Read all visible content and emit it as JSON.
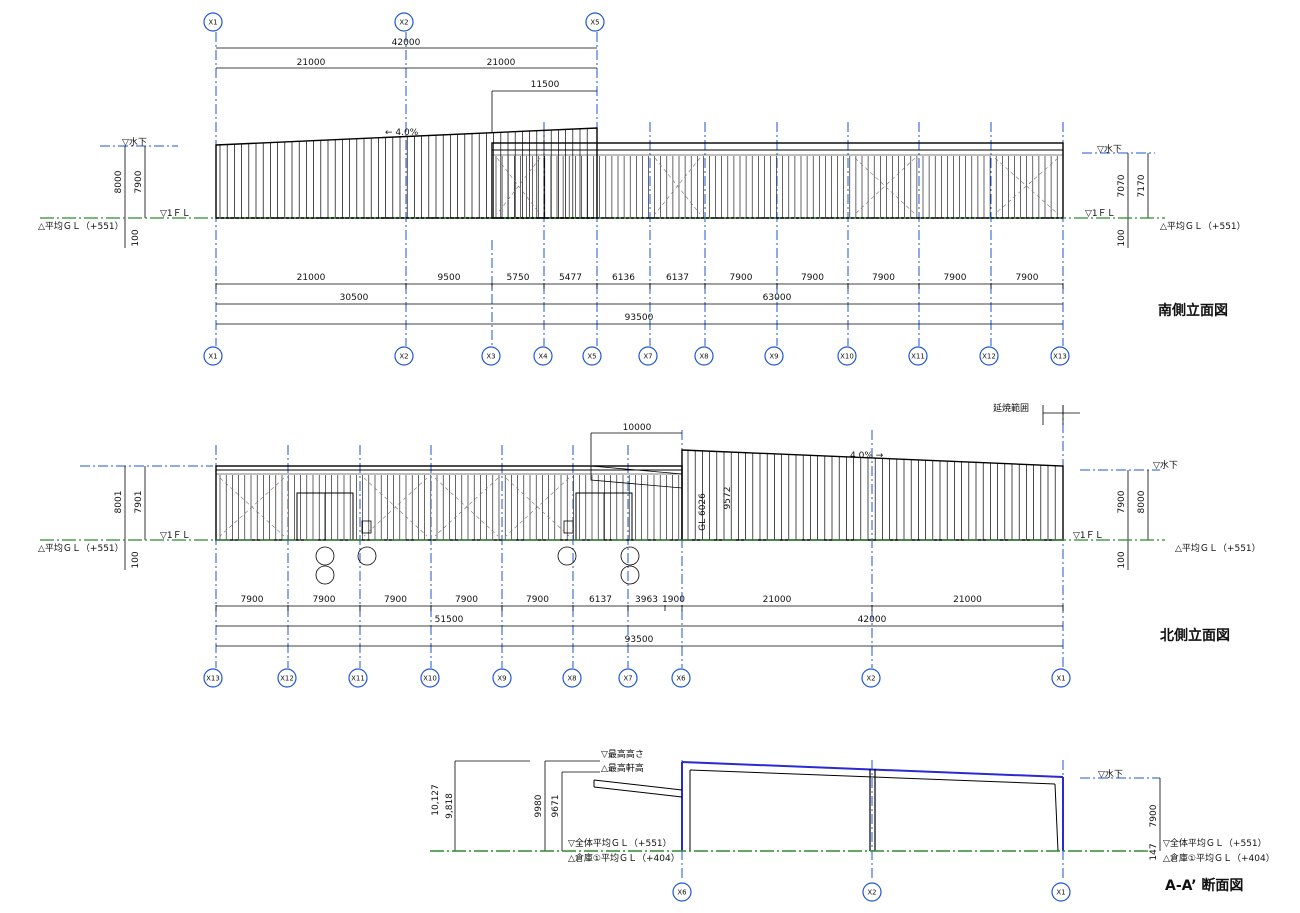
{
  "south": {
    "title": "南側立面図",
    "top_bubbles": [
      "X1",
      "X2",
      "X5"
    ],
    "bottom_bubbles": [
      "X1",
      "X2",
      "X3",
      "X4",
      "X5",
      "X7",
      "X8",
      "X9",
      "X10",
      "X11",
      "X12",
      "X13"
    ],
    "dims_top": [
      "42000",
      "21000",
      "21000",
      "11500"
    ],
    "dims_bays": [
      "21000",
      "9500",
      "5750",
      "5477",
      "6136",
      "6137",
      "7900",
      "7900",
      "7900",
      "7900",
      "7900"
    ],
    "dims_mid": [
      "30500",
      "63000"
    ],
    "dim_total": "93500",
    "left_heights": [
      "8000",
      "7900",
      "100"
    ],
    "right_heights": [
      "7070",
      "7170",
      "100"
    ],
    "slope": "← 4.0%",
    "level_top": "▽水下",
    "level_fl": "▽1ＦＬ",
    "gl_left": "△平均ＧＬ（+551）",
    "gl_right": "△平均ＧＬ（+551）"
  },
  "north": {
    "title": "北側立面図",
    "bottom_bubbles": [
      "X13",
      "X12",
      "X11",
      "X10",
      "X9",
      "X8",
      "X7",
      "X6",
      "X2",
      "X1"
    ],
    "extension_note": "延焼範囲",
    "dim_top": "10000",
    "slope": "4.0% →",
    "gl_inner": "GL 6026",
    "h_inner": "9572",
    "dims_bays": [
      "7900",
      "7900",
      "7900",
      "7900",
      "7900",
      "6137",
      "3963",
      "1900",
      "21000",
      "21000"
    ],
    "dims_mid": [
      "51500",
      "42000"
    ],
    "dim_total": "93500",
    "left_heights": [
      "8001",
      "7901",
      "100"
    ],
    "right_heights": [
      "7900",
      "8000",
      "100"
    ],
    "level_top": "▽水下",
    "level_fl_left": "▽1ＦＬ",
    "level_fl_right": "▽1ＦＬ",
    "gl_left": "△平均ＧＬ（+551）",
    "gl_right": "△平均ＧＬ（+551）"
  },
  "section": {
    "title": "A-A’ 断面図",
    "bubbles": [
      "X6",
      "X2",
      "X1"
    ],
    "max_height": "▽最高高さ",
    "max_eave": "△最高軒高",
    "heights_left": [
      "10,127",
      "9,818"
    ],
    "heights_mid": [
      "9980",
      "9671"
    ],
    "gl_all": "▽全体平均ＧＬ（+551）",
    "gl_wh": "△倉庫①平均ＧＬ（+404）",
    "gl_all_right": "▽全体平均ＧＬ（+551）",
    "gl_wh_right": "△倉庫①平均ＧＬ（+404）",
    "level_top": "▽水下",
    "right_height": "7900",
    "right_small": "147"
  },
  "colors": {
    "grid": "#1e56d6",
    "line": "#000000",
    "ground": "#2e8b2e",
    "roof": "#2a2ad0"
  }
}
